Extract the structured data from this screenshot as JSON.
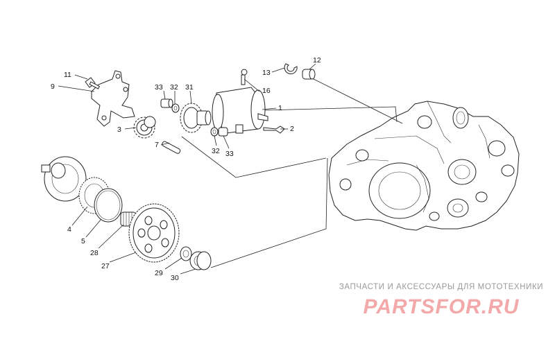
{
  "parts": [
    {
      "id": "p1",
      "label": "1"
    },
    {
      "id": "p2",
      "label": "2"
    },
    {
      "id": "p3",
      "label": "3"
    },
    {
      "id": "p4",
      "label": "4"
    },
    {
      "id": "p5",
      "label": "5"
    },
    {
      "id": "p7",
      "label": "7"
    },
    {
      "id": "p9",
      "label": "9"
    },
    {
      "id": "p11",
      "label": "11"
    },
    {
      "id": "p12",
      "label": "12"
    },
    {
      "id": "p13",
      "label": "13"
    },
    {
      "id": "p16",
      "label": "16"
    },
    {
      "id": "p27",
      "label": "27"
    },
    {
      "id": "p28",
      "label": "28"
    },
    {
      "id": "p29",
      "label": "29"
    },
    {
      "id": "p30",
      "label": "30"
    },
    {
      "id": "p31",
      "label": "31"
    },
    {
      "id": "p32a",
      "label": "32"
    },
    {
      "id": "p32b",
      "label": "32"
    },
    {
      "id": "p33a",
      "label": "33"
    },
    {
      "id": "p33b",
      "label": "33"
    }
  ],
  "watermark": {
    "subtitle": "ЗАПЧАСТИ И АКСЕССУАРЫ ДЛЯ МОТОТЕХНИКИ",
    "brand": "PARTSFOR.RU",
    "subtitle_color": "#9a9a9a",
    "brand_color": "#f3a9a9"
  }
}
